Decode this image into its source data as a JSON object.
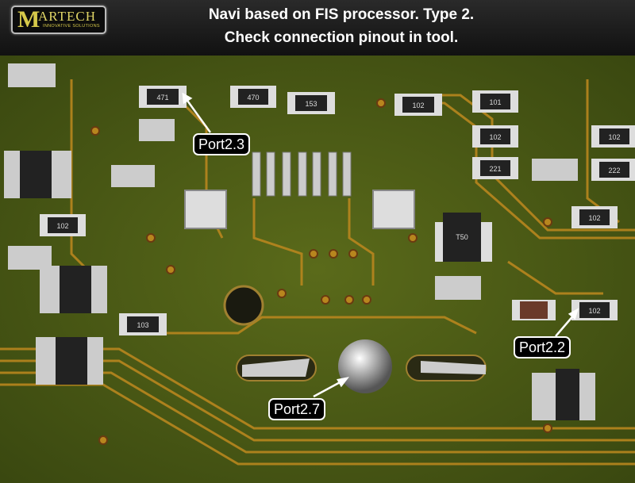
{
  "logo": {
    "brand": "MARTECH",
    "tagline": "INNOVATIVE SOLUTIONS"
  },
  "header": {
    "title_line1": "Navi based on FIS processor. Type 2.",
    "title_line2": "Check connection pinout in tool."
  },
  "annotations": [
    {
      "label": "Port2.3"
    },
    {
      "label": "Port2.2"
    },
    {
      "label": "Port2.7"
    }
  ],
  "components": [
    "471",
    "470",
    "153",
    "102",
    "101",
    "102",
    "102",
    "102",
    "222",
    "102",
    "221",
    "102",
    "103",
    "T50"
  ],
  "colors": {
    "board": "#4a5a14",
    "trace": "#b8861e",
    "label_bg": "#000000",
    "label_text": "#ffffff",
    "logo_gold": "#d6c94a"
  }
}
